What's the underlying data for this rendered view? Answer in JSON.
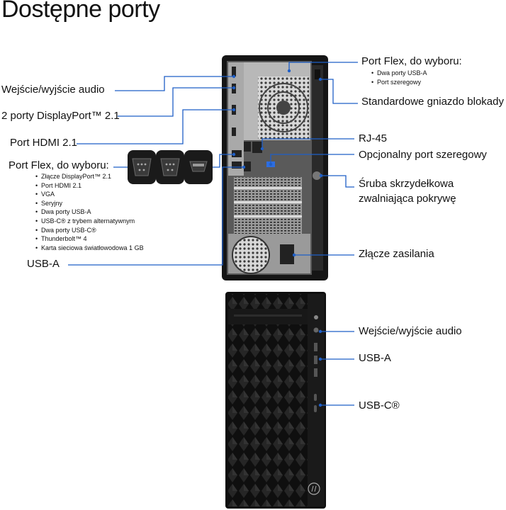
{
  "title": "Dostępne porty",
  "rear_left_labels": {
    "audio": "Wejście/wyjście audio",
    "displayport": "2 porty DisplayPort™ 2.1",
    "hdmi": "Port HDMI 2.1",
    "flex_title": "Port Flex, do wyboru:",
    "flex_options": [
      "Złącze DisplayPort™ 2.1",
      "Port HDMI 2.1",
      "VGA",
      "Seryjny",
      "Dwa porty USB-A",
      "USB-C® z trybem alternatywnym",
      "Dwa porty USB-C®",
      "Thunderbolt™ 4",
      "Karta sieciowa światłowodowa 1 GB"
    ],
    "usba": "USB-A"
  },
  "rear_right_labels": {
    "flex_title": "Port Flex, do wyboru:",
    "flex_options": [
      "Dwa porty USB-A",
      "Port szeregowy"
    ],
    "lock": "Standardowe gniazdo blokady",
    "rj45": "RJ-45",
    "serial": "Opcjonalny port szeregowy",
    "screw_line1": "Śruba skrzydełkowa",
    "screw_line2": "zwalniająca pokrywę",
    "power": "Złącze zasilania"
  },
  "front_labels": {
    "audio": "Wejście/wyjście audio",
    "usba": "USB-A",
    "usbc": "USB-C®"
  },
  "colors": {
    "leader_line": "#1f5fc7",
    "tower": "#151515",
    "tower_edge": "#3a3a3a",
    "panel": "#2b2b2b",
    "metal": "#8f8f8f"
  },
  "icons": [
    "vga-connector-icon",
    "serial-connector-icon",
    "hdmi-connector-icon",
    "hp-logo-icon"
  ]
}
